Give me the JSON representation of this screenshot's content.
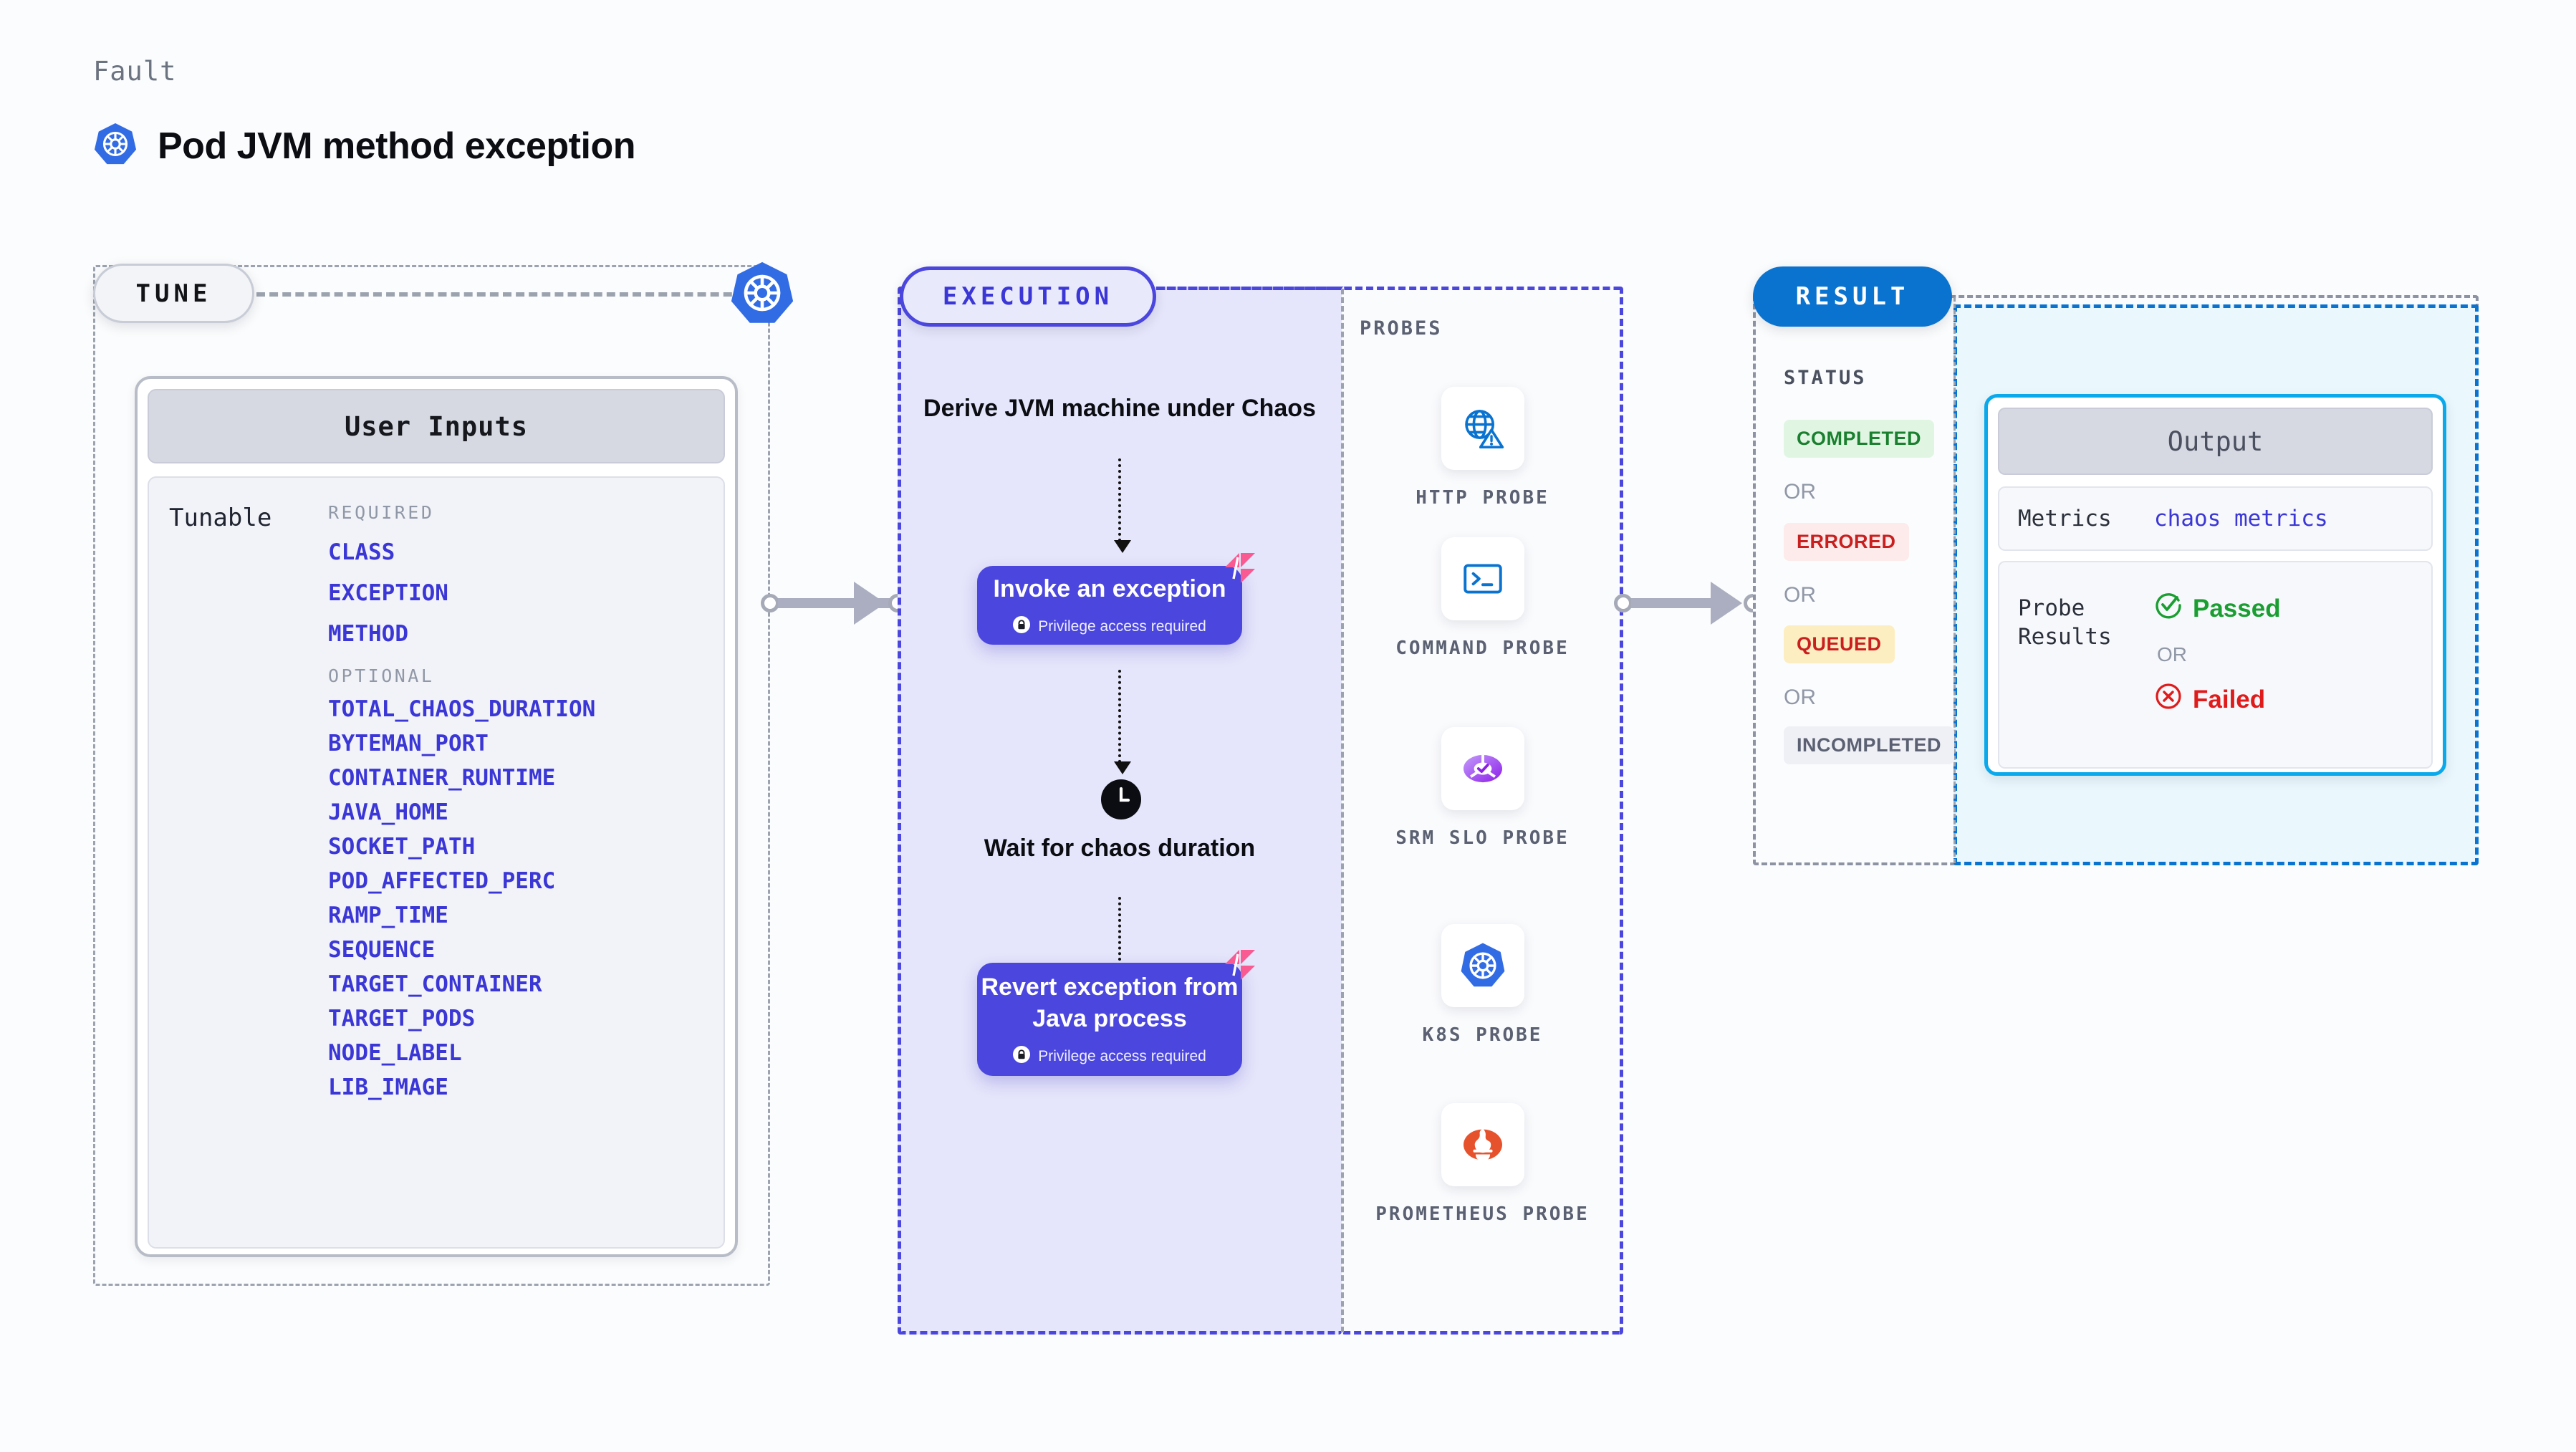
{
  "header": {
    "eyebrow": "Fault",
    "title": "Pod JVM method exception",
    "icon": "kubernetes-icon"
  },
  "tune": {
    "pill_label": "TUNE",
    "node_icon": "kubernetes-icon",
    "card_title": "User Inputs",
    "tunable_label": "Tunable",
    "groups": [
      {
        "label": "REQUIRED",
        "params": [
          "CLASS",
          "EXCEPTION",
          "METHOD"
        ]
      },
      {
        "label": "OPTIONAL",
        "params": [
          "TOTAL_CHAOS_DURATION",
          "BYTEMAN_PORT",
          "CONTAINER_RUNTIME",
          "JAVA_HOME",
          "SOCKET_PATH",
          "POD_AFFECTED_PERC",
          "RAMP_TIME",
          "SEQUENCE",
          "TARGET_CONTAINER",
          "TARGET_PODS",
          "NODE_LABEL",
          "LIB_IMAGE"
        ]
      }
    ]
  },
  "execution": {
    "pill_label": "EXECUTION",
    "heading": "Derive JVM machine under Chaos",
    "step_invoke": {
      "title": "Invoke an exception",
      "privilege_note": "Privilege access required",
      "privilege_icon": "lock-icon",
      "corner_icon": "harness-badge-icon"
    },
    "wait_step": {
      "icon": "clock-icon",
      "label": "Wait for chaos duration"
    },
    "step_revert": {
      "title": "Revert exception from Java process",
      "privilege_note": "Privilege access required",
      "privilege_icon": "lock-icon",
      "corner_icon": "harness-badge-icon"
    }
  },
  "probes": {
    "label": "PROBES",
    "items": [
      {
        "name": "HTTP PROBE",
        "icon": "globe-warning-icon"
      },
      {
        "name": "COMMAND PROBE",
        "icon": "terminal-icon"
      },
      {
        "name": "SRM SLO PROBE",
        "icon": "srm-slo-icon"
      },
      {
        "name": "K8S PROBE",
        "icon": "kubernetes-icon"
      },
      {
        "name": "PROMETHEUS PROBE",
        "icon": "prometheus-icon"
      }
    ]
  },
  "result": {
    "pill_label": "RESULT",
    "status_label": "STATUS",
    "statuses": [
      {
        "text": "COMPLETED",
        "color": "#1a7f2e",
        "bg": "#e0f6e3"
      },
      {
        "text": "ERRORED",
        "color": "#c91f1f",
        "bg": "#fdeaea"
      },
      {
        "text": "QUEUED",
        "color": "#c91f1f",
        "bg": "#fdeec2"
      },
      {
        "text": "INCOMPLETED",
        "color": "#5b6172",
        "bg": "#eff0f5"
      }
    ],
    "or_text": "OR",
    "output": {
      "title": "Output",
      "metrics_key": "Metrics",
      "metrics_value": "chaos metrics",
      "probe_results_key": "Probe Results",
      "passed_label": "Passed",
      "passed_icon": "check-circle-icon",
      "failed_label": "Failed",
      "failed_icon": "x-circle-icon",
      "or_text": "OR"
    }
  },
  "colors": {
    "accent_indigo": "#4b46dd",
    "accent_blue": "#0a73d0",
    "cyan": "#0aa9ec",
    "k8s_blue": "#326ce5",
    "pink_badge": "#f85a91",
    "pass_green": "#1a9e32",
    "fail_red": "#e01b1b"
  }
}
